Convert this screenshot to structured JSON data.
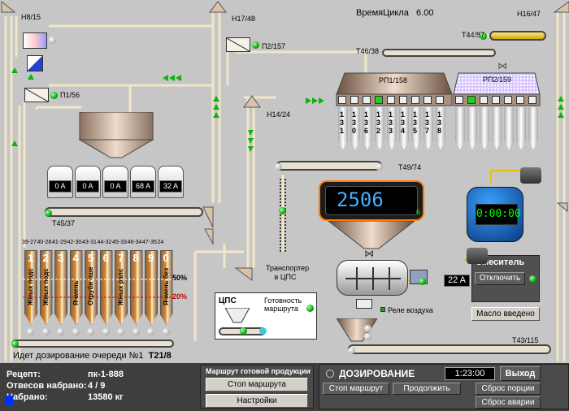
{
  "header": {
    "cycle_label": "ВремяЦикла",
    "cycle_value": "6.00"
  },
  "elevators": {
    "h8": "H8/15",
    "h17": "H17/48",
    "h16": "H16/47",
    "h14": "H14/24"
  },
  "feeders": {
    "p1": "П1/56",
    "p2": "П2/157"
  },
  "conveyors": {
    "t44": "T44/87",
    "t46": "T46/38",
    "t45": "T45/37",
    "t49": "T49/74",
    "t43": "T43/115",
    "t21": "T21/8"
  },
  "bins": {
    "rp1": "РП1/158",
    "rp2": "РП2/159",
    "rp1_numbers": [
      "1\n3\n1",
      "1\n3\n0",
      "1\n3\n6",
      "1\n3\n2",
      "1\n3\n3",
      "1\n3\n4",
      "1\n3\n5",
      "1\n3\n7",
      "1\n3\n8"
    ]
  },
  "amps": [
    "0 A",
    "0 A",
    "0 A",
    "68 A",
    "32 A"
  ],
  "scale": {
    "value": "2506",
    "sub": "6"
  },
  "timer": "0:00:00",
  "transporter_label": "Транспортер в ЦПС",
  "cps": {
    "title": "ЦПС",
    "ready_label": "Готовность маршрута"
  },
  "silos": {
    "headers": [
      "39-27",
      "40-28",
      "41-29",
      "42-30",
      "43-31",
      "44-32",
      "45-33",
      "46-34",
      "47-35",
      "24"
    ],
    "numbers": [
      "1",
      "2",
      "3",
      "4",
      "5",
      "6",
      "7",
      "8",
      "9",
      "0"
    ],
    "names": [
      "Жмых подс",
      "Жмых подс",
      "",
      "Ячмень",
      "Отруби пше",
      "",
      "Жмых рапс",
      "",
      "",
      "Ячмень без"
    ],
    "pct_high": "50%",
    "pct_low": "20%"
  },
  "mixer": {
    "amps": "22 A",
    "title": "Смеситель",
    "off_button": "Отключить",
    "oil_button": "Масло введено",
    "air_relay": "Реле воздуха"
  },
  "dosing_status": "Идет дозирование очереди №1",
  "bottom": {
    "recipe_label": "Рецепт:",
    "recipe_value": "пк-1-888",
    "weighings_label": "Отвесов набрано:",
    "weighings_value": "4 /  9",
    "collected_label": "Набрано:",
    "collected_value": "13580 кг",
    "route_title": "Маршрут готовой продукции",
    "stop_route": "Стоп маршрута",
    "settings": "Настройки",
    "dosing_title": "ДОЗИРОВАНИЕ",
    "dosing_time": "1:23:00",
    "exit": "Выход",
    "stop_route2": "Стоп маршрут",
    "continue": "Продолжить",
    "reset_portion": "Сброс порции",
    "reset_alarm": "Сброс аварии"
  }
}
